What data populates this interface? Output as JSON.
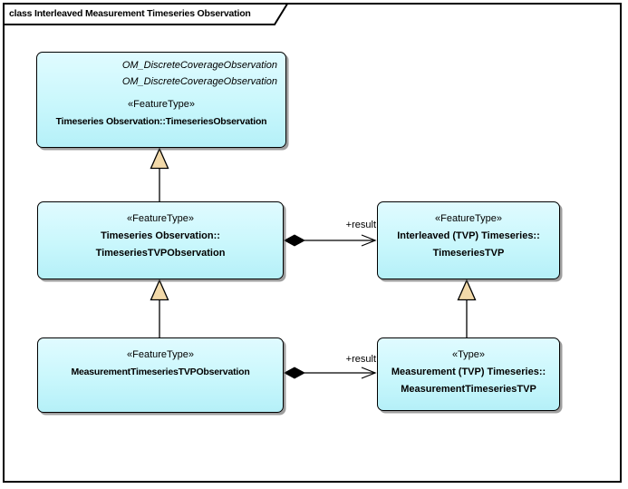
{
  "diagram": {
    "frame_title": "class Interleaved Measurement Timeseries Observation",
    "colors": {
      "background": "#FFFFFF",
      "frame_border": "#000000",
      "box_fill_light": "#E0FBFF",
      "box_fill_dark": "#B5F0F8",
      "box_border": "#000000",
      "generalization_triangle_fill": "#F2D9A9",
      "composition_diamond_fill": "#000000",
      "text": "#000000"
    },
    "classes": [
      {
        "id": "TimeseriesObservation",
        "inherited": [
          "OM_DiscreteCoverageObservation",
          "OM_DiscreteCoverageObservation"
        ],
        "stereotype": "«FeatureType»",
        "name_lines": [
          "Timeseries Observation::TimeseriesObservation"
        ]
      },
      {
        "id": "TimeseriesTVPObservation",
        "stereotype": "«FeatureType»",
        "name_lines": [
          "Timeseries Observation::",
          "TimeseriesTVPObservation"
        ]
      },
      {
        "id": "TimeseriesTVP",
        "stereotype": "«FeatureType»",
        "name_lines": [
          "Interleaved (TVP) Timeseries::",
          "TimeseriesTVP"
        ]
      },
      {
        "id": "MeasurementTimeseriesTVPObservation",
        "stereotype": "«FeatureType»",
        "name_lines": [
          "MeasurementTimeseriesTVPObservation"
        ]
      },
      {
        "id": "MeasurementTimeseriesTVP",
        "stereotype": "«Type»",
        "name_lines": [
          "Measurement (TVP) Timeseries::",
          "MeasurementTimeseriesTVP"
        ]
      }
    ],
    "connectors": [
      {
        "type": "generalization",
        "source": "TimeseriesTVPObservation",
        "target": "TimeseriesObservation"
      },
      {
        "type": "generalization",
        "source": "MeasurementTimeseriesTVPObservation",
        "target": "TimeseriesTVPObservation"
      },
      {
        "type": "generalization",
        "source": "MeasurementTimeseriesTVP",
        "target": "TimeseriesTVP"
      },
      {
        "type": "composition",
        "label": "+result",
        "source": "TimeseriesTVPObservation",
        "target": "TimeseriesTVP"
      },
      {
        "type": "composition",
        "label": "+result",
        "source": "MeasurementTimeseriesTVPObservation",
        "target": "MeasurementTimeseriesTVP"
      }
    ]
  }
}
